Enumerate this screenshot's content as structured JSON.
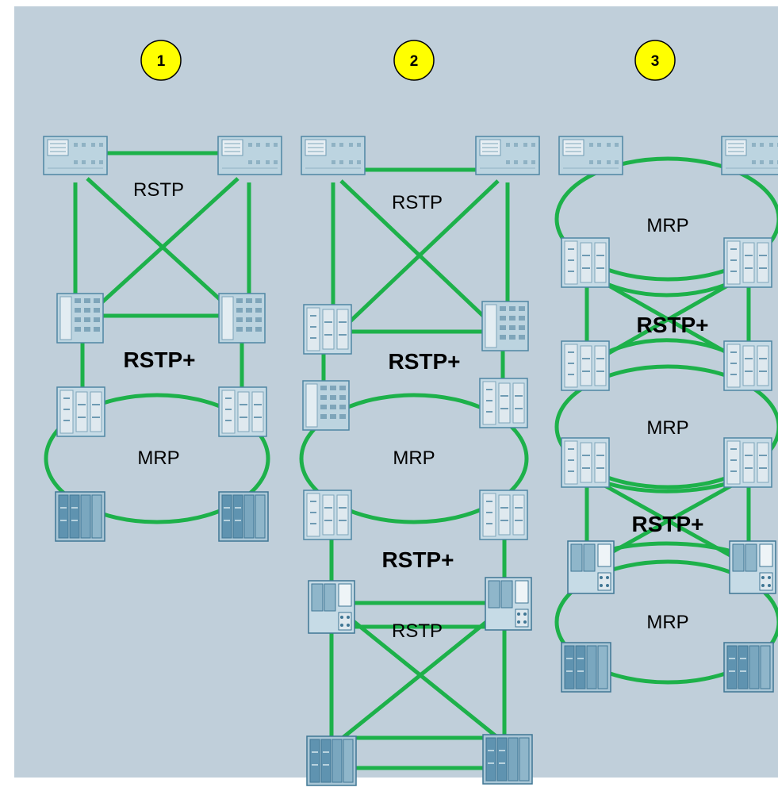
{
  "colors": {
    "background": "#c0cfda",
    "link": "#1db14a",
    "badge": "#ffff00",
    "device_fill": "#bcd4e0",
    "device_stroke": "#4f86a3"
  },
  "columns": [
    {
      "number": "1",
      "labels": {
        "top": "RSTP",
        "mid": "RSTP+",
        "bottom": "MRP"
      }
    },
    {
      "number": "2",
      "labels": {
        "top": "RSTP",
        "mid1": "RSTP+",
        "mrp": "MRP",
        "mid2": "RSTP+",
        "bottom": "RSTP"
      }
    },
    {
      "number": "3",
      "labels": {
        "mrp1": "MRP",
        "rp1": "RSTP+",
        "mrp2": "MRP",
        "rp2": "RSTP+",
        "mrp3": "MRP"
      }
    }
  ],
  "icons": {
    "switch": "network-switch-icon"
  }
}
